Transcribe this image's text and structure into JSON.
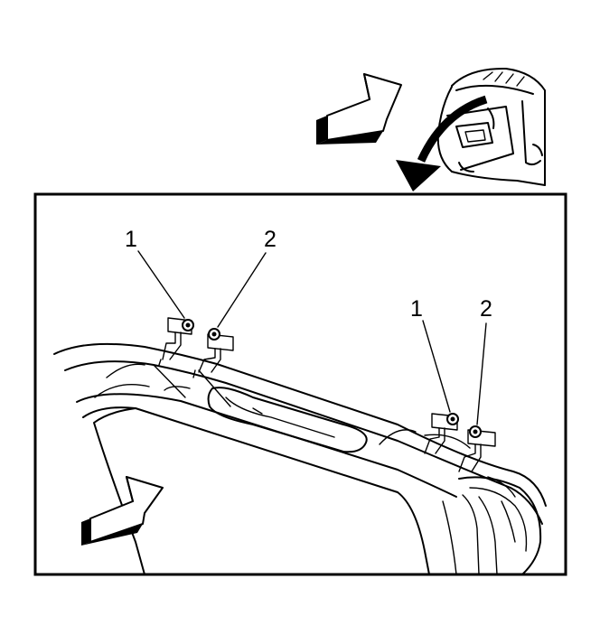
{
  "callouts": {
    "left_1": "1",
    "left_2": "2",
    "right_1": "1",
    "right_2": "2"
  },
  "colors": {
    "line": "#000000",
    "background": "#ffffff"
  },
  "icons": [
    "direction-arrow-icon",
    "view-arrow-icon",
    "nut-icon",
    "bolt-icon"
  ]
}
